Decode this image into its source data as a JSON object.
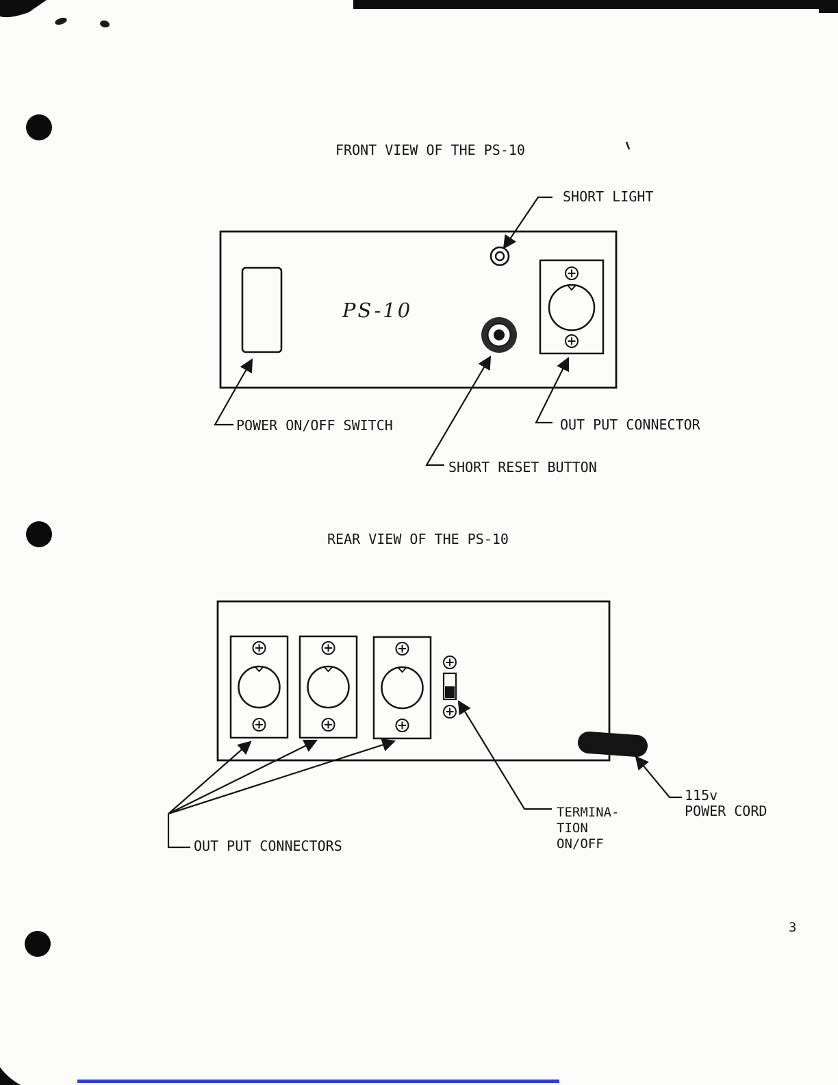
{
  "page": {
    "number": "3"
  },
  "front_view": {
    "title": "FRONT VIEW OF THE PS-10",
    "device_label": "PS-10",
    "labels": {
      "short_light": "SHORT LIGHT",
      "power_switch": "POWER ON/OFF SWITCH",
      "output_connector": "OUT PUT CONNECTOR",
      "short_reset": "SHORT RESET BUTTON"
    }
  },
  "rear_view": {
    "title": "REAR VIEW OF THE PS-10",
    "labels": {
      "output_connectors": "OUT PUT CONNECTORS",
      "termination_line1": "TERMINA-",
      "termination_line2": "TION",
      "termination_line3": "ON/OFF",
      "power_cord_voltage": "115v",
      "power_cord_text": "POWER CORD"
    }
  },
  "colors": {
    "ink": "#141414",
    "bottom_edge_line": "#2c3fd0"
  }
}
